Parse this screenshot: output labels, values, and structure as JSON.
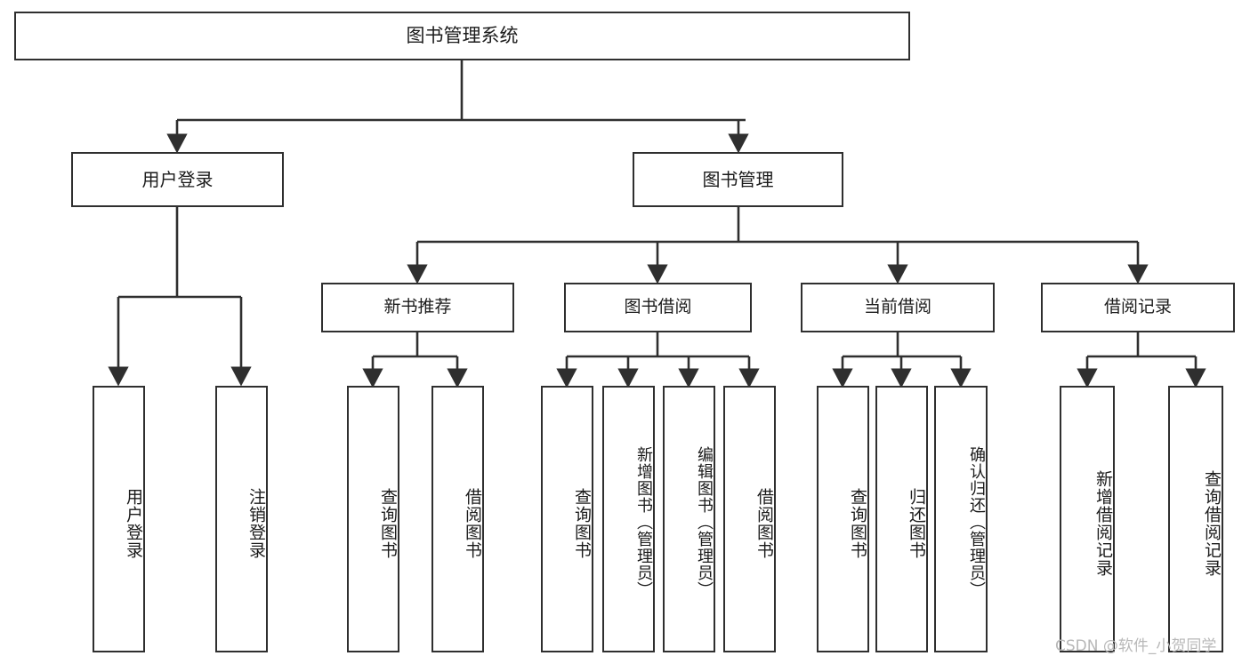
{
  "diagram": {
    "title": "图书管理系统",
    "type": "tree-hierarchy-diagram",
    "watermark": "CSDN @软件_小贺同学",
    "colors": {
      "node_border": "#2f2f2f",
      "node_fill": "#ffffff",
      "edge": "#2f2f2f",
      "text": "#1b1b1b",
      "watermark": "#b8b8b8",
      "background": "#ffffff"
    },
    "root": {
      "label": "图书管理系统"
    },
    "branches": [
      {
        "label": "用户登录",
        "children": [
          {
            "label": "用户登录"
          },
          {
            "label": "注销登录"
          }
        ]
      },
      {
        "label": "图书管理",
        "groups": [
          {
            "label": "新书推荐",
            "children": [
              {
                "label": "查询图书"
              },
              {
                "label": "借阅图书"
              }
            ]
          },
          {
            "label": "图书借阅",
            "children": [
              {
                "label": "查询图书"
              },
              {
                "label": "新增图书（管理员）"
              },
              {
                "label": "编辑图书（管理员）"
              },
              {
                "label": "借阅图书"
              }
            ]
          },
          {
            "label": "当前借阅",
            "children": [
              {
                "label": "查询图书"
              },
              {
                "label": "归还图书"
              },
              {
                "label": "确认归还（管理员）"
              }
            ]
          },
          {
            "label": "借阅记录",
            "children": [
              {
                "label": "新增借阅记录"
              },
              {
                "label": "查询借阅记录"
              }
            ]
          }
        ]
      }
    ]
  }
}
